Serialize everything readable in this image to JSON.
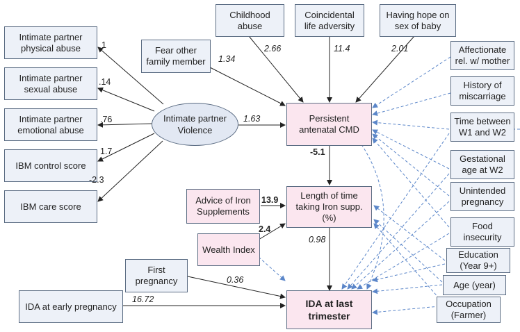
{
  "nodes": {
    "ipv_latent": "Intimate partner\nViolence",
    "ip_physical": "Intimate partner\nphysical abuse",
    "ip_sexual": "Intimate partner\nsexual abuse",
    "ip_emotional": "Intimate partner\nemotional abuse",
    "ibm_control": "IBM control score",
    "ibm_care": "IBM care score",
    "fear_family": "Fear other\nfamily member",
    "childhood_abuse": "Childhood\nabuse",
    "coincidental": "Coincidental\nlife adversity",
    "hope_sex": "Having hope on\nsex of baby",
    "affectionate": "Affectionate\nrel. w/ mother",
    "miscarriage": "History of\nmiscarriage",
    "cmd": "Persistent\nantenatal CMD",
    "time_between": "Time between\nW1 and W2",
    "gestational": "Gestational\nage at W2",
    "unintended": "Unintended\npregnancy",
    "food": "Food\ninsecurity",
    "education": "Education\n(Year 9+)",
    "age": "Age (year)",
    "occupation": "Occupation\n(Farmer)",
    "iron_advice": "Advice of Iron\nSupplements",
    "iron_length": "Length of time\ntaking Iron supp.\n(%)",
    "wealth": "Wealth Index",
    "first_preg": "First\npregnancy",
    "ida_early": "IDA at early pregnancy",
    "ida_last": "IDA at last\ntrimester"
  },
  "coefficients": {
    "physical": "1",
    "sexual": ".14",
    "emotional": ".76",
    "control": "1.7",
    "care": "-2.3",
    "fear": "1.34",
    "childhood": "2.66",
    "coincidental": "11.4",
    "hope": "2.01",
    "ipv_cmd": "1.63",
    "cmd_iron": "-5.1",
    "advice_iron": "13.9",
    "wealth_iron": "2.4",
    "iron_ida": "0.98",
    "first_ida": "0.36",
    "early_ida": "16.72"
  },
  "colors": {
    "solid_arrow": "#222222",
    "dashed_arrow": "#5b86c9",
    "blue_box": "#edf1f8",
    "pink_box": "#fbe6ef",
    "oval": "#e2e8f3",
    "border": "#5a6b82"
  }
}
